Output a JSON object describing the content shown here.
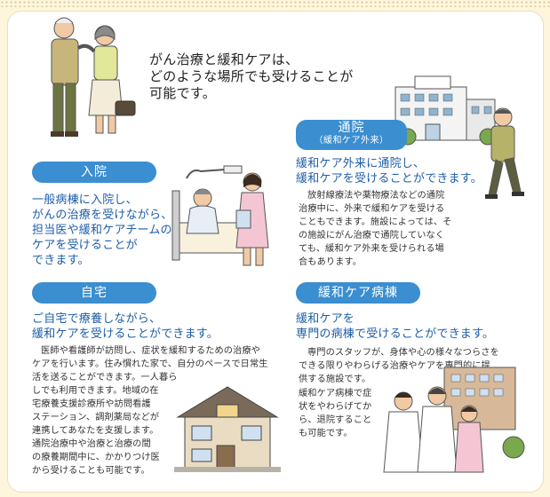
{
  "intro": {
    "lines": [
      "がん治療と緩和ケアは、",
      "どのような場所でも受けることが",
      "可能です。"
    ]
  },
  "sections": {
    "hospitalization": {
      "title": "入院",
      "lead": [
        "一般病棟に入院し、",
        "がんの治療を受けながら、",
        "担当医や緩和ケアチームの",
        "ケアを受けることが",
        "できます。"
      ]
    },
    "outpatient": {
      "title": "通院",
      "subtitle": "（緩和ケア外来）",
      "lead": [
        "緩和ケア外来に通院し、",
        "緩和ケアを受けることができます。"
      ],
      "body": [
        "放射線療法や薬物療法などの通院",
        "治療中に、外来で緩和ケアを受ける",
        "こともできます。施設によっては、そ",
        "の施設にがん治療で通院していなく",
        "ても、緩和ケア外来を受けられる場",
        "合もあります。"
      ]
    },
    "home": {
      "title": "自宅",
      "lead": [
        "ご自宅で療養しながら、",
        "緩和ケアを受けることができます。"
      ],
      "body_top": [
        "医師や看護師が訪問し、症状を緩和するための治療や",
        "ケアを行います。住み慣れた家で、自分のペースで日常生",
        "活を送ることができます。一人暮ら"
      ],
      "body_mid": [
        "しでも利用できます。地域の在",
        "宅療養支援診療所や訪問看護",
        "ステーション、調剤薬局などが",
        "連携してあなたを支援します。"
      ],
      "body_bottom": [
        "通院治療中や治療と治療の間",
        "の療養期間中に、かかりつけ医",
        "から受けることも可能です。"
      ]
    },
    "palliative_ward": {
      "title": "緩和ケア病棟",
      "lead": [
        "緩和ケアを",
        "専門の病棟で受けることができます。"
      ],
      "body_top": [
        "専門のスタッフが、身体や心の様々なつらさを",
        "できる限りやわらげる治療やケアを専門的に提",
        "供する施設です。"
      ],
      "body_left": [
        "緩和ケア病棟で症",
        "状をやわらげてか",
        "ら、退院すること",
        "も可能です。"
      ]
    }
  },
  "colors": {
    "accent": "#3b8ed0",
    "lead_text": "#1e5ea8",
    "background": "#fdf6dc"
  }
}
